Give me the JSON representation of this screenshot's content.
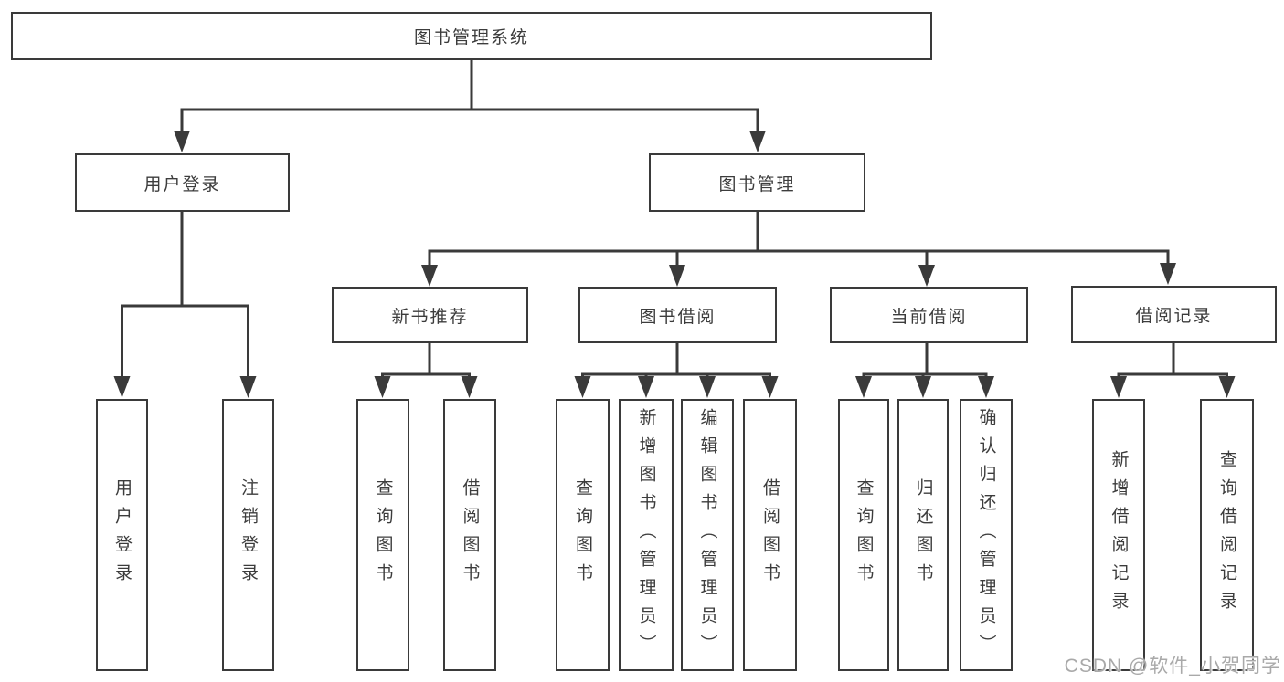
{
  "diagram": {
    "root": {
      "label": "图书管理系统",
      "children": [
        {
          "label": "用户登录",
          "children": [
            {
              "label": "用户登录"
            },
            {
              "label": "注销登录"
            }
          ]
        },
        {
          "label": "图书管理",
          "children": [
            {
              "label": "新书推荐",
              "children": [
                {
                  "label": "查询图书"
                },
                {
                  "label": "借阅图书"
                }
              ]
            },
            {
              "label": "图书借阅",
              "children": [
                {
                  "label": "查询图书"
                },
                {
                  "label": "新增图书（管理员）"
                },
                {
                  "label": "编辑图书（管理员）"
                },
                {
                  "label": "借阅图书"
                }
              ]
            },
            {
              "label": "当前借阅",
              "children": [
                {
                  "label": "查询图书"
                },
                {
                  "label": "归还图书"
                },
                {
                  "label": "确认归还（管理员）"
                }
              ]
            },
            {
              "label": "借阅记录",
              "children": [
                {
                  "label": "新增借阅记录"
                },
                {
                  "label": "查询借阅记录"
                }
              ]
            }
          ]
        }
      ]
    }
  },
  "watermark": {
    "text": "CSDN @软件_小贺同学"
  },
  "colors": {
    "line": "#3a3a3a",
    "text": "#3c3c3c",
    "background": "#ffffff",
    "watermark": "#a9a9a9"
  }
}
